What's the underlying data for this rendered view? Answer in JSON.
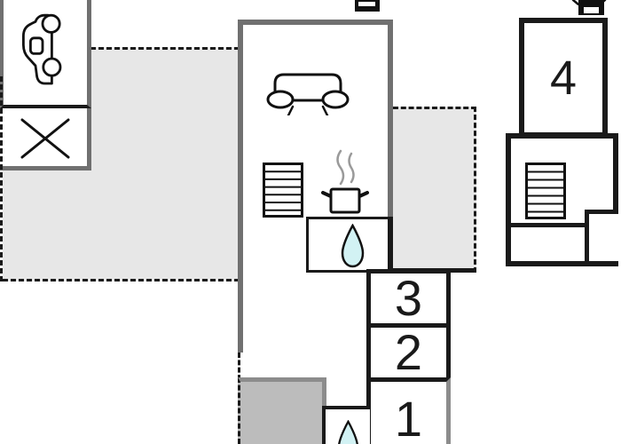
{
  "rooms": {
    "room1": {
      "label": "1"
    },
    "room2": {
      "label": "2"
    },
    "room3": {
      "label": "3"
    },
    "room4": {
      "label": "4"
    }
  },
  "icons": {
    "garage": "car-icon",
    "crossed_area": "x-icon",
    "tv_main_building": "tv-icon",
    "tv_annex_building": "tv-icon",
    "living_room": "sofa-icon",
    "stairs_main_building": "stairs-icon",
    "stairs_annex_building": "stairs-icon",
    "kitchen": "cooking-pot-icon",
    "bathroom_upper": "water-drop-icon",
    "bathroom_lower": "water-drop-icon"
  },
  "colors": {
    "terrace_fill": "#e7e7e7",
    "dark_patio_fill": "#bcbcbc",
    "outer_wall_gray": "#707070",
    "wall_black": "#1a1a1a",
    "cut_wall_gray": "#8c8c8c",
    "water_drop_fill": "#d2f2f4",
    "background": "#ffffff"
  }
}
